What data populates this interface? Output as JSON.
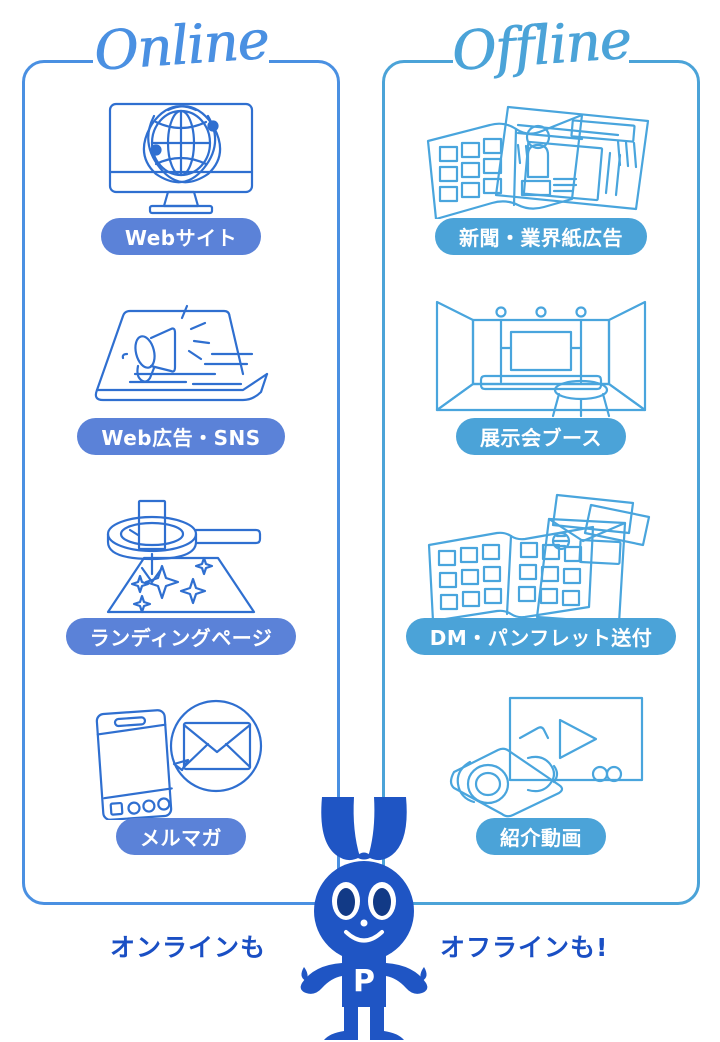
{
  "colors": {
    "online_accent": "#4a90e2",
    "offline_accent": "#4ba3d8",
    "online_badge": "#5b82d8",
    "offline_badge": "#4ba3d8",
    "mascot_body": "#1f55c4",
    "mascot_dark": "#143a8c",
    "footer_text": "#1a4fc4",
    "background": "#ffffff"
  },
  "panels": [
    {
      "id": "online",
      "title": "Online",
      "items": [
        {
          "label": "Webサイト",
          "icon": "desktop-globe-icon"
        },
        {
          "label": "Web広告・SNS",
          "icon": "laptop-megaphone-icon"
        },
        {
          "label": "ランディングページ",
          "icon": "magnifier-sparkle-icon"
        },
        {
          "label": "メルマガ",
          "icon": "phone-mail-icon"
        }
      ]
    },
    {
      "id": "offline",
      "title": "Offline",
      "items": [
        {
          "label": "新聞・業界紙広告",
          "icon": "newspapers-icon"
        },
        {
          "label": "展示会ブース",
          "icon": "exhibition-booth-icon"
        },
        {
          "label": "DM・パンフレット送付",
          "icon": "pamphlet-envelope-icon"
        },
        {
          "label": "紹介動画",
          "icon": "video-camera-icon"
        }
      ]
    }
  ],
  "footer": {
    "left_text": "オンラインも",
    "right_text": "オフラインも!",
    "mascot": {
      "name": "p-mascot",
      "chest_letter": "P"
    }
  }
}
